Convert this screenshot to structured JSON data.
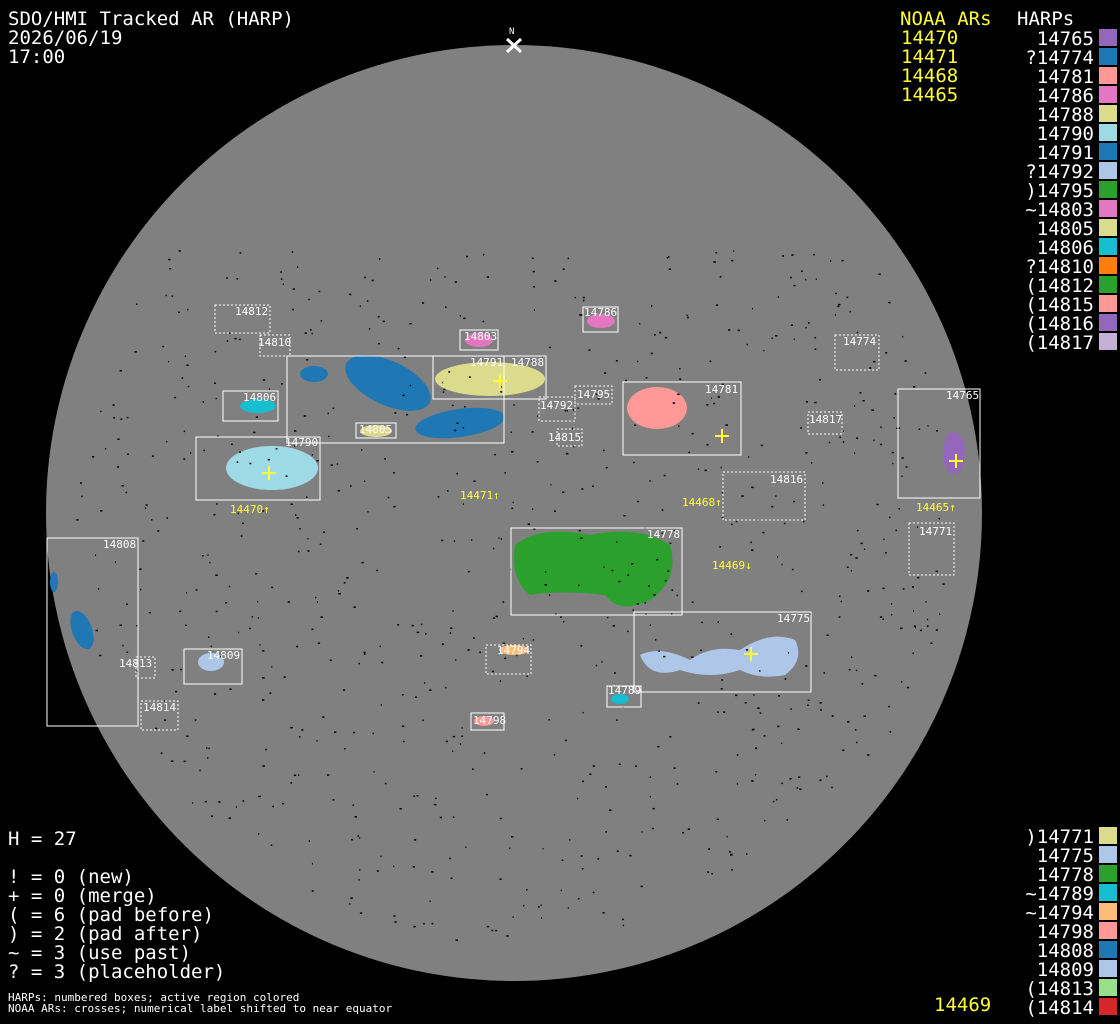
{
  "header": {
    "title": "SDO/HMI Tracked AR (HARP)",
    "date": "2026/06/19",
    "time": "17:00",
    "north_label": "N"
  },
  "noaa_legend": {
    "heading": "NOAA ARs",
    "items": [
      "14470",
      "14471",
      "14468",
      "14465"
    ],
    "bottom_item": "14469"
  },
  "harp_legend": {
    "heading": "HARPs",
    "top": [
      {
        "label": "14765",
        "color": "#9467bd"
      },
      {
        "label": "?14774",
        "color": "#1f77b4"
      },
      {
        "label": "14781",
        "color": "#ff9896"
      },
      {
        "label": "14786",
        "color": "#e377c2"
      },
      {
        "label": "14788",
        "color": "#dbdb8d"
      },
      {
        "label": "14790",
        "color": "#9edae5"
      },
      {
        "label": "14791",
        "color": "#1f77b4"
      },
      {
        "label": "?14792",
        "color": "#aec7e8"
      },
      {
        "label": ")14795",
        "color": "#2ca02c"
      },
      {
        "label": "~14803",
        "color": "#e377c2"
      },
      {
        "label": "14805",
        "color": "#dbdb8d"
      },
      {
        "label": "14806",
        "color": "#17becf"
      },
      {
        "label": "?14810",
        "color": "#ff7f0e"
      },
      {
        "label": "(14812",
        "color": "#2ca02c"
      },
      {
        "label": "(14815",
        "color": "#ff9896"
      },
      {
        "label": "(14816",
        "color": "#9467bd"
      },
      {
        "label": "(14817",
        "color": "#c5b0d5"
      }
    ],
    "bottom": [
      {
        "label": ")14771",
        "color": "#dbdb8d"
      },
      {
        "label": "14775",
        "color": "#aec7e8"
      },
      {
        "label": "14778",
        "color": "#2ca02c"
      },
      {
        "label": "~14789",
        "color": "#17becf"
      },
      {
        "label": "~14794",
        "color": "#ffbb78"
      },
      {
        "label": "14798",
        "color": "#ff9896"
      },
      {
        "label": "14808",
        "color": "#1f77b4"
      },
      {
        "label": "14809",
        "color": "#aec7e8"
      },
      {
        "label": "(14813",
        "color": "#98df8a"
      },
      {
        "label": "(14814",
        "color": "#d62728"
      }
    ]
  },
  "stats": {
    "h_count": "H = 27",
    "lines": [
      "! = 0 (new)",
      "+ = 0 (merge)",
      "( = 6 (pad before)",
      ") = 2 (pad after)",
      "~ = 3 (use past)",
      "? = 3 (placeholder)"
    ]
  },
  "footnote": {
    "line1": "HARPs: numbered boxes; active region colored",
    "line2": "NOAA ARs: crosses; numerical label shifted to near equator"
  },
  "disk": {
    "disk_color": "#808080",
    "cross_color": "#ffff33",
    "box_labels": [
      "14812",
      "14810",
      "14803",
      "14786",
      "14774",
      "14791",
      "14788",
      "14806",
      "14792",
      "14795",
      "14781",
      "14805",
      "14815",
      "14817",
      "14765",
      "14790",
      "14816",
      "14771",
      "14808",
      "14778",
      "14775",
      "14809",
      "14813",
      "14794",
      "14814",
      "14789",
      "14798"
    ],
    "noaa_labels": [
      "14470↑",
      "14471↑",
      "14468↑",
      "14465↑",
      "14469↓"
    ]
  }
}
